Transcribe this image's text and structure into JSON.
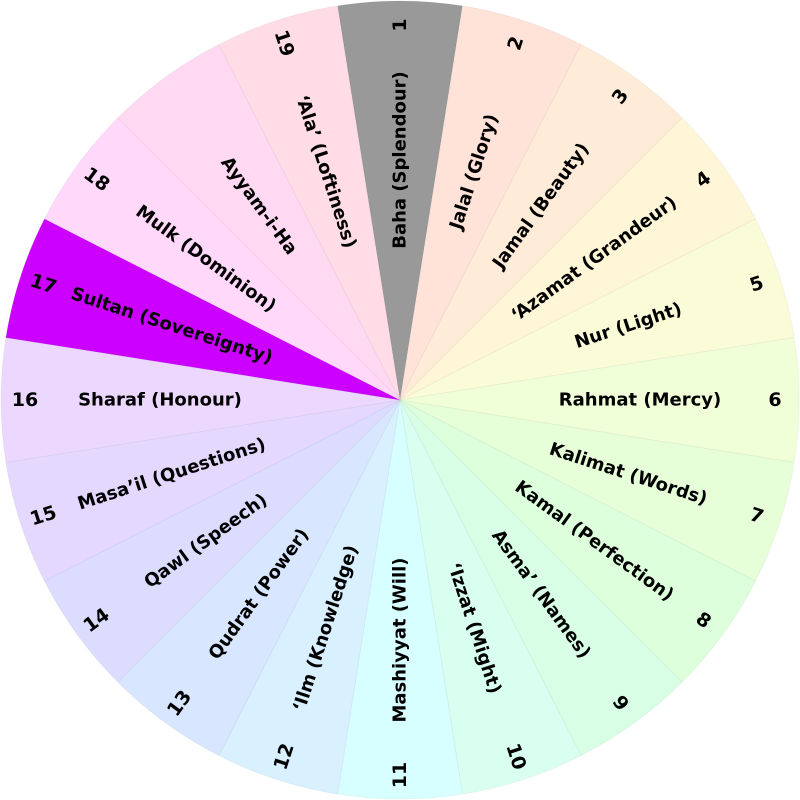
{
  "title": "Badí' calendar months wheel",
  "highlight_color": "#cc00ff",
  "segments": [
    {
      "number": "1",
      "label": "Baha (Splendour)",
      "color": "#999999"
    },
    {
      "number": "2",
      "label": "Jalal (Glory)",
      "color": "#ffe2d8"
    },
    {
      "number": "3",
      "label": "Jamal (Beauty)",
      "color": "#ffecd8"
    },
    {
      "number": "4",
      "label": "‘Azamat (Grandeur)",
      "color": "#fff6d8"
    },
    {
      "number": "5",
      "label": "Nur (Light)",
      "color": "#fafcd8"
    },
    {
      "number": "6",
      "label": "Rahmat (Mercy)",
      "color": "#f0ffd8"
    },
    {
      "number": "7",
      "label": "Kalimat (Words)",
      "color": "#e6ffd8"
    },
    {
      "number": "8",
      "label": "Kamal (Perfection)",
      "color": "#ddffdc"
    },
    {
      "number": "9",
      "label": "Asma’ (Names)",
      "color": "#d8ffe6"
    },
    {
      "number": "10",
      "label": "‘Izzat (Might)",
      "color": "#d8fff0"
    },
    {
      "number": "11",
      "label": "Mashiyyat (Will)",
      "color": "#d8ffff"
    },
    {
      "number": "12",
      "label": "‘Ilm (Knowledge)",
      "color": "#d8f0ff"
    },
    {
      "number": "13",
      "label": "Qudrat (Power)",
      "color": "#d8e6ff"
    },
    {
      "number": "14",
      "label": "Qawl (Speech)",
      "color": "#dcdcff"
    },
    {
      "number": "15",
      "label": "Masa’il (Questions)",
      "color": "#e4d8ff"
    },
    {
      "number": "16",
      "label": "Sharaf (Honour)",
      "color": "#ecd8ff"
    },
    {
      "number": "17",
      "label": "Sultan (Sovereignty)",
      "color": "#cc00ff"
    },
    {
      "number": "18",
      "label": "Mulk (Dominion)",
      "color": "#ffd8fa"
    },
    {
      "number": "",
      "label": "Ayyam-i-Ha",
      "color": "#ffd8f2"
    },
    {
      "number": "19",
      "label": "‘Ala’ (Loftiness)",
      "color": "#ffdce6"
    }
  ]
}
